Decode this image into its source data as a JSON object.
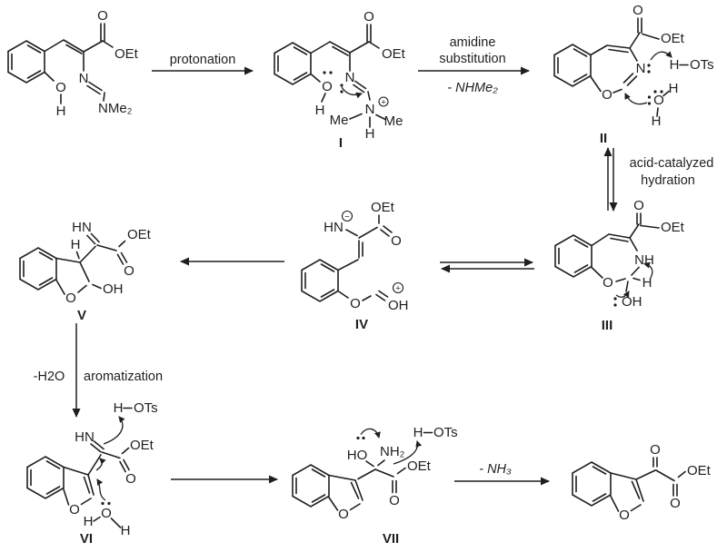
{
  "colors": {
    "ink": "#1f1f1f",
    "background": "#ffffff"
  },
  "atoms": {
    "O": "O",
    "N": "N",
    "H": "H",
    "NH": "NH",
    "HN": "HN",
    "OH": "OH",
    "HO": "HO",
    "OEt": "OEt",
    "OTs": "OTs",
    "NMe2": "NMe₂",
    "NH2": "NH₂",
    "Me": "Me",
    "plus": "+",
    "minus": "−"
  },
  "step_labels": {
    "I": "I",
    "II": "II",
    "III": "III",
    "IV": "IV",
    "V": "V",
    "VI": "VI",
    "VII": "VII"
  },
  "arrow_labels": {
    "protonation": "protonation",
    "amidine_line1": "amidine",
    "amidine_line2": "substitution",
    "amidine_byproduct": "- NHMe₂",
    "hydration_line1": "acid-catalyzed",
    "hydration_line2": "hydration",
    "dehydration": "-H2O",
    "aromatization": "aromatization",
    "deamination": "- NH₃"
  }
}
